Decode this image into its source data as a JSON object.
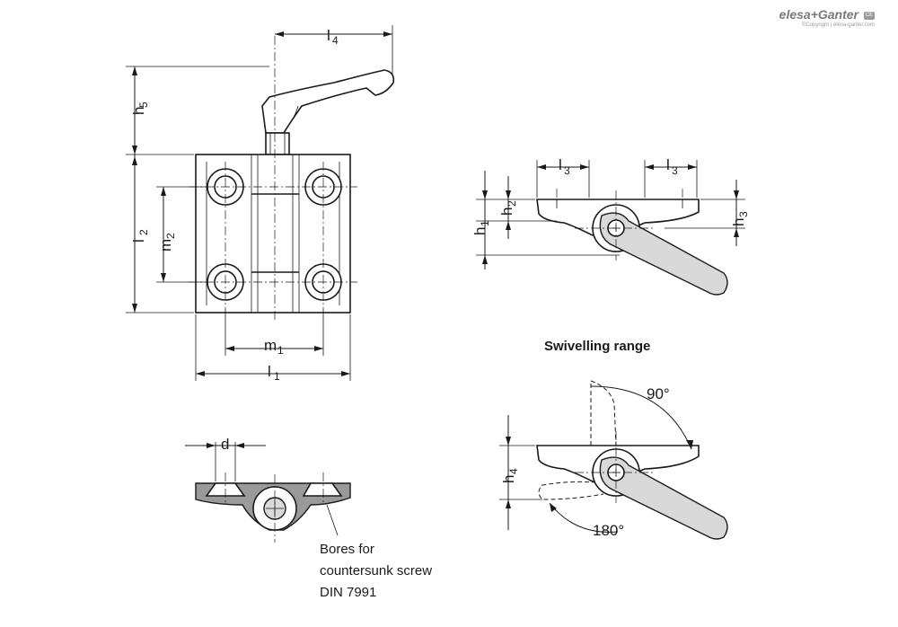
{
  "logo": {
    "brand": "elesa+Ganter",
    "copyright": "©Copyright | elesa-ganter.com",
    "badge": "CE"
  },
  "labels": {
    "l1": {
      "main": "l",
      "sub": "1"
    },
    "l2": {
      "main": "l",
      "sub": "2"
    },
    "l3_left": {
      "main": "l",
      "sub": "3"
    },
    "l3_right": {
      "main": "l",
      "sub": "3"
    },
    "l4": {
      "main": "l",
      "sub": "4"
    },
    "m1": {
      "main": "m",
      "sub": "1"
    },
    "m2": {
      "main": "m",
      "sub": "2"
    },
    "h1": {
      "main": "h",
      "sub": "1"
    },
    "h2": {
      "main": "h",
      "sub": "2"
    },
    "h3": {
      "main": "h",
      "sub": "3"
    },
    "h4": {
      "main": "h",
      "sub": "4"
    },
    "h5": {
      "main": "h",
      "sub": "5"
    },
    "d": "d"
  },
  "swivel": {
    "heading": "Swivelling range",
    "angle_90": "90°",
    "angle_180": "180°"
  },
  "bores_note": [
    "Bores for",
    "countersunk screw",
    "DIN 7991"
  ]
}
